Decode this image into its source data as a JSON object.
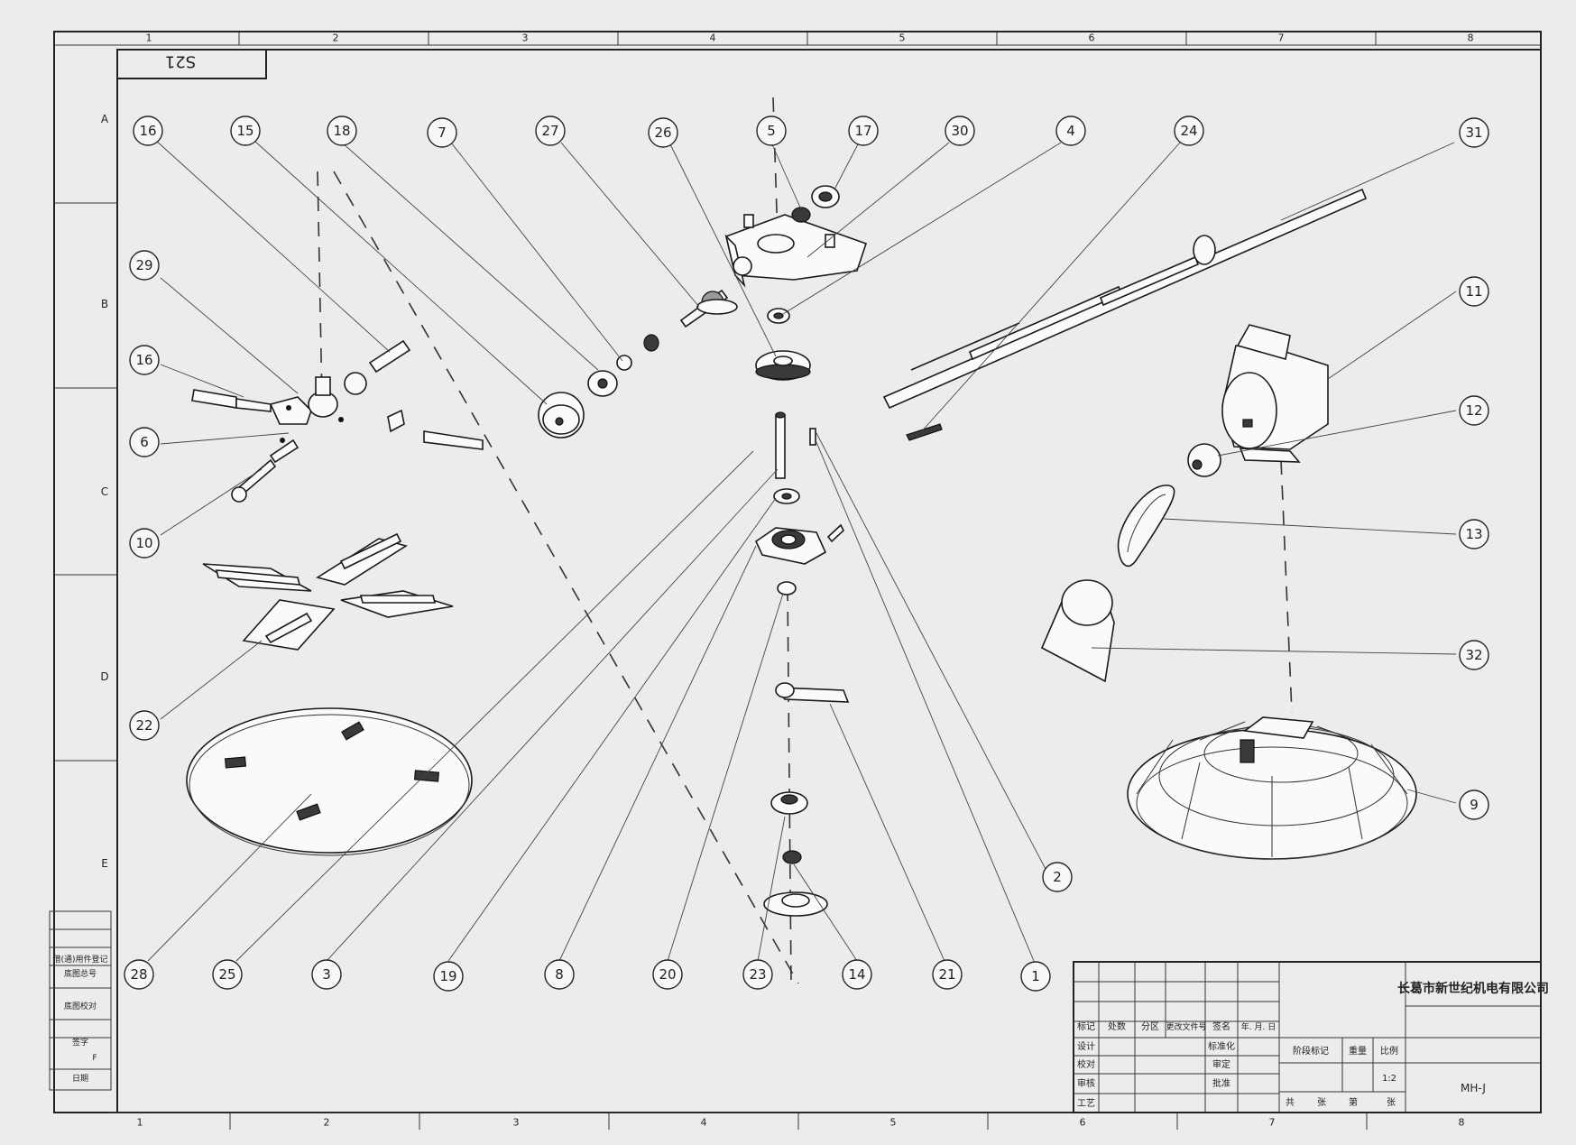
{
  "drawing": {
    "code_box": "S21",
    "company": "长葛市新世纪机电有限公司",
    "drawing_no": "MH-J",
    "scale": "1:2"
  },
  "grid": {
    "columns": [
      "1",
      "2",
      "3",
      "4",
      "5",
      "6",
      "7",
      "8"
    ],
    "rows": [
      "A",
      "B",
      "C",
      "D",
      "E"
    ]
  },
  "balloons_top": [
    "16",
    "15",
    "18",
    "7",
    "27",
    "26",
    "5",
    "17",
    "30",
    "4",
    "24",
    "31"
  ],
  "balloons_left": [
    "29",
    "16",
    "6",
    "10",
    "22"
  ],
  "balloons_right": [
    "11",
    "12",
    "13",
    "32",
    "9",
    "2"
  ],
  "balloons_bottom": [
    "28",
    "25",
    "3",
    "19",
    "8",
    "20",
    "23",
    "14",
    "21",
    "1"
  ],
  "title_block": {
    "header_labels": [
      "标记",
      "处数",
      "分区",
      "更改文件号",
      "签名",
      "年. 月. 日"
    ],
    "role_labels": [
      "设计",
      "校对",
      "审核",
      "工艺"
    ],
    "mid_labels": [
      "标准化",
      "审定",
      "批准"
    ],
    "stage_labels": [
      "阶段标记",
      "重量",
      "比例"
    ],
    "sheet_labels": [
      "共",
      "张",
      "第",
      "张"
    ]
  },
  "side_table": {
    "rows": [
      "借(通)用件登记",
      "底图总号",
      "底图校对",
      "签字",
      "日期"
    ],
    "extra": "F"
  },
  "icons": {
    "balloon": "callout-balloon",
    "trowel": "trowel-blade-icon",
    "pan": "float-pan-icon",
    "guard": "guard-ring-icon",
    "motor": "motor-icon",
    "handle": "handle-bar-icon",
    "gearbox": "gearbox-icon"
  }
}
